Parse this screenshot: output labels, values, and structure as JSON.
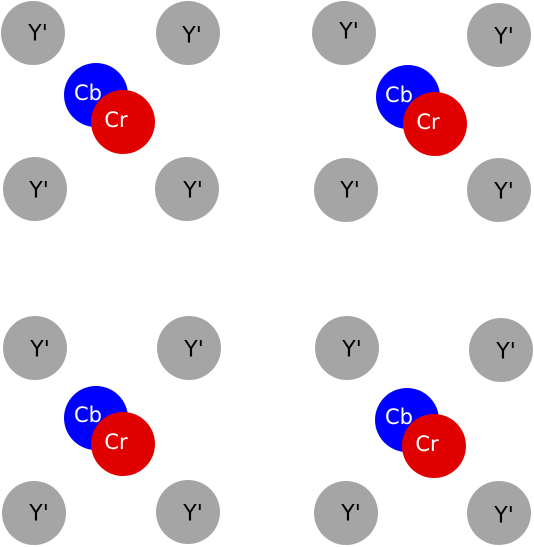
{
  "colors": {
    "luma": "#a5a5a5",
    "cb": "#0000ff",
    "cr": "#e00000"
  },
  "labels": {
    "luma": "Y'",
    "cb": "Cb",
    "cr": "Cr"
  },
  "blocks": [
    {
      "name": "top-left"
    },
    {
      "name": "top-right"
    },
    {
      "name": "bottom-left"
    },
    {
      "name": "bottom-right"
    }
  ]
}
